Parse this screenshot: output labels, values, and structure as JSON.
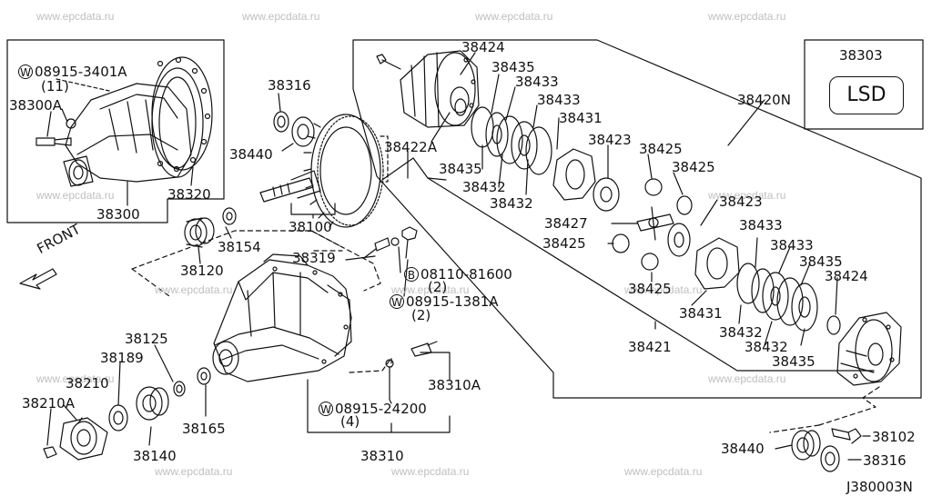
{
  "watermark": "www.epcdata.ru",
  "diagram_id": "J380003N",
  "front_label": "FRONT",
  "lsd_box": {
    "number": "38303",
    "label": "LSD"
  },
  "inset": {
    "circle_w": "W",
    "bolt_code": "08915-3401A",
    "bolt_qty": "(11)",
    "p38300A": "38300A",
    "p38320": "38320",
    "p38300": "38300"
  },
  "parts": {
    "p38316_top": "38316",
    "p38440_top": "38440",
    "p38100": "38100",
    "p38154": "38154",
    "p38120": "38120",
    "p38319": "38319",
    "b_circle": "B",
    "b_code": "08110-81600",
    "b_qty": "(2)",
    "w1_circle": "W",
    "w1_code": "08915-1381A",
    "w1_qty": "(2)",
    "p38125": "38125",
    "p38189": "38189",
    "p38210": "38210",
    "p38210A": "38210A",
    "p38140": "38140",
    "p38165": "38165",
    "p38310A": "38310A",
    "w2_circle": "W",
    "w2_code": "08915-24200",
    "w2_qty": "(4)",
    "p38310": "38310",
    "p38424_top": "38424",
    "p38435_a": "38435",
    "p38433_a": "38433",
    "p38433_b": "38433",
    "p38431_a": "38431",
    "p38422A": "38422A",
    "p38435_b": "38435",
    "p38432_a": "38432",
    "p38432_b": "38432",
    "p38423_a": "38423",
    "p38425_a": "38425",
    "p38425_b": "38425",
    "p38420N": "38420N",
    "p38423_b": "38423",
    "p38427": "38427",
    "p38425_c": "38425",
    "p38425_d": "38425",
    "p38433_c": "38433",
    "p38433_d": "38433",
    "p38435_c": "38435",
    "p38424_b": "38424",
    "p38431_b": "38431",
    "p38432_c": "38432",
    "p38432_d": "38432",
    "p38421": "38421",
    "p38435_d": "38435",
    "p38102": "38102",
    "p38440_b": "38440",
    "p38316_b": "38316"
  }
}
